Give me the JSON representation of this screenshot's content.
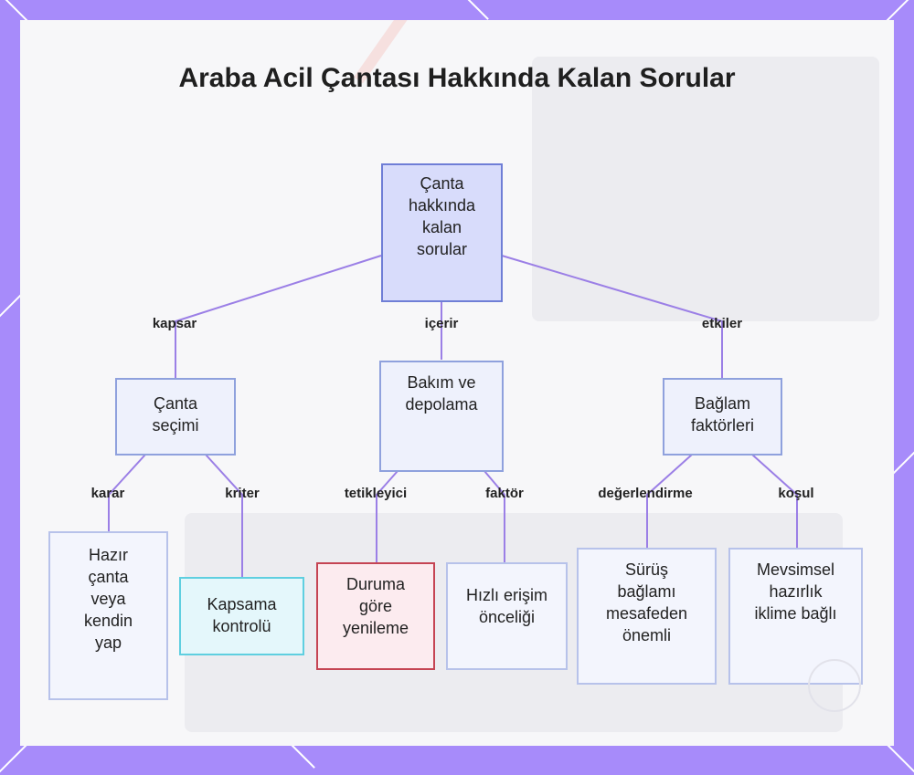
{
  "title": "Araba Acil Çantası Hakkında Kalan Sorular",
  "nodes": {
    "root": "Çanta hakkında kalan sorular",
    "selection": "Çanta seçimi",
    "maintenance": "Bakım ve depolama",
    "context": "Bağlam faktörleri",
    "ready_or_diy": "Hazır çanta veya kendin yap",
    "coverage": "Kapsama kontrolü",
    "renew": "Duruma göre yenileme",
    "quick_access": "Hızlı erişim önceliği",
    "driving": "Sürüş bağlamı mesafeden önemli",
    "seasonal": "Mevsimsel hazırlık iklime bağlı"
  },
  "edges": {
    "kapsar": "kapsar",
    "icerir": "içerir",
    "etkiler": "etkiler",
    "karar": "karar",
    "kriter": "kriter",
    "tetikleyici": "tetikleyici",
    "faktor": "faktör",
    "degerlendirme": "değerlendirme",
    "kosul": "koşul"
  },
  "colors": {
    "frame": "#a78bfa",
    "edge": "#9b7fe6",
    "root_fill": "#d8dcfb",
    "cyan_border": "#5fcfe0",
    "red_border": "#c54453"
  }
}
